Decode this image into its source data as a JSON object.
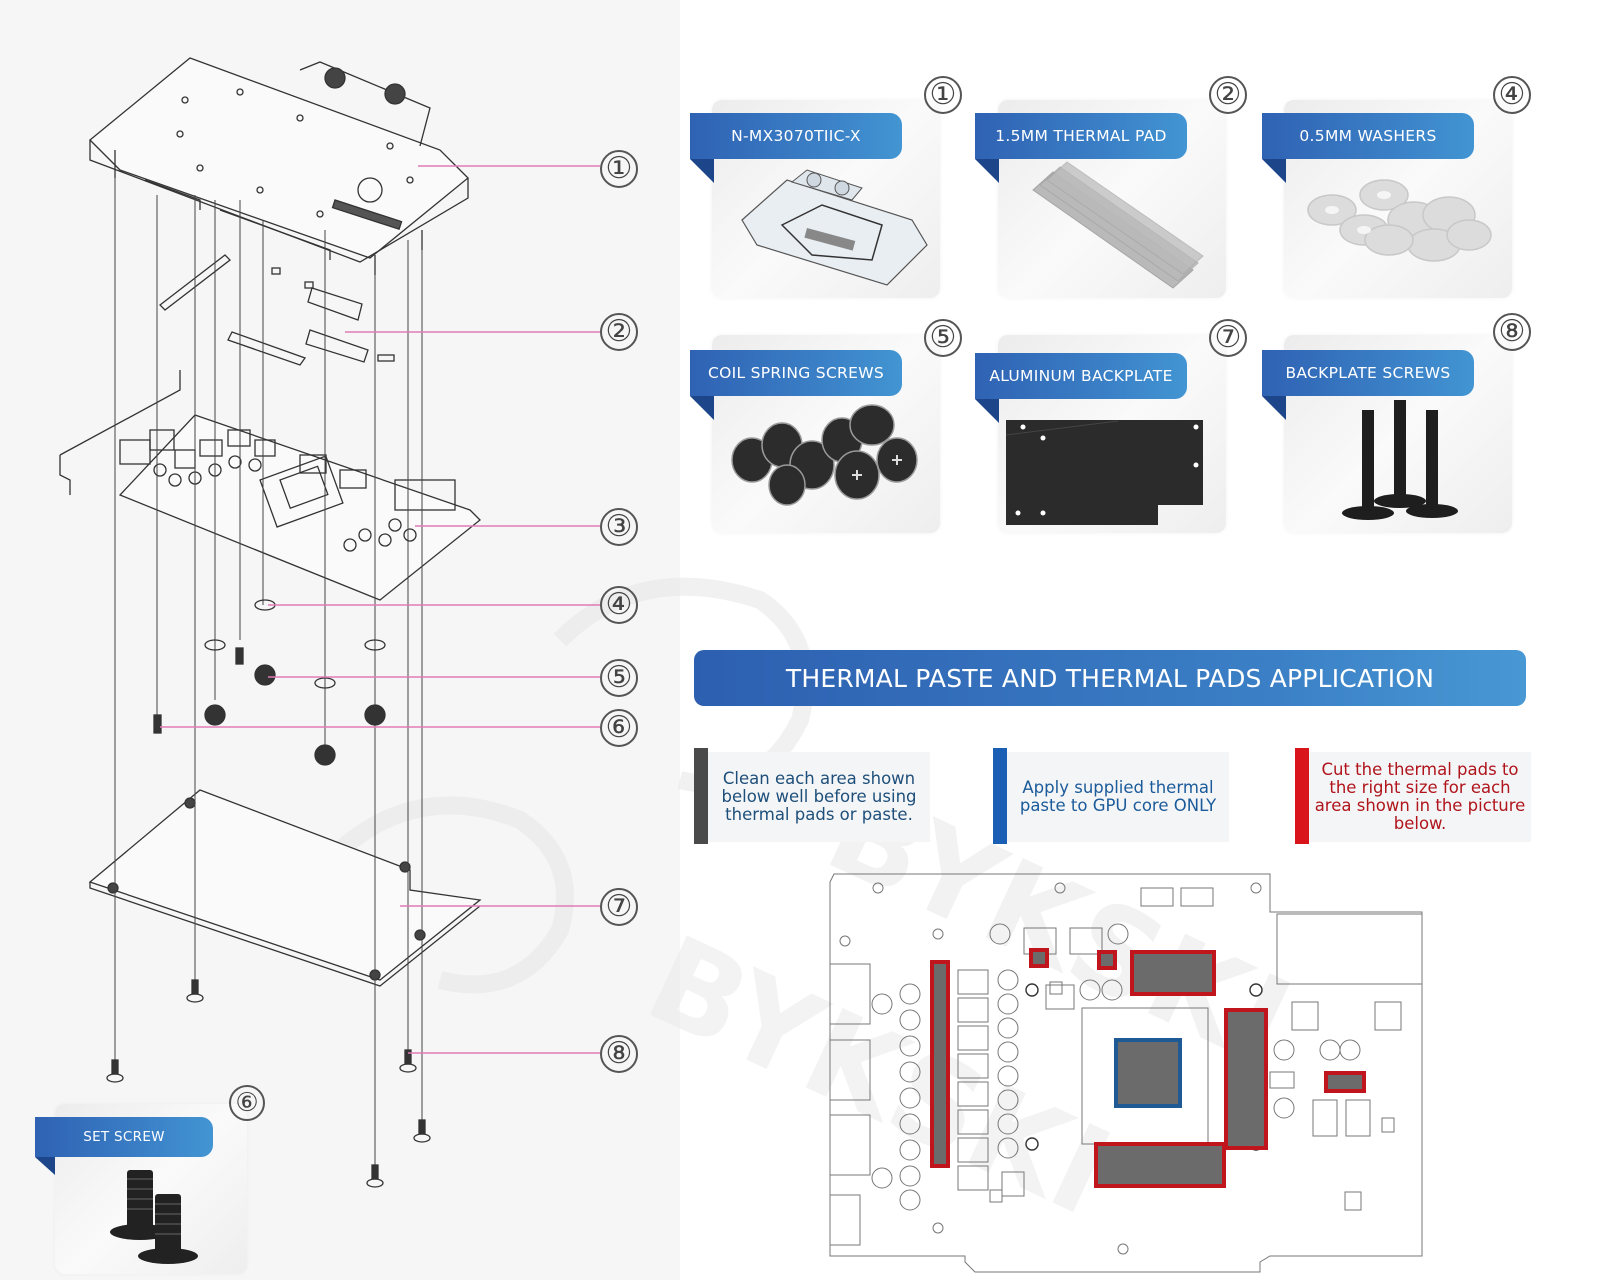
{
  "parts": [
    {
      "number": "①",
      "label": "N-MX3070TIIC-X",
      "image": "water-block"
    },
    {
      "number": "②",
      "label": "1.5MM THERMAL PAD",
      "image": "thermal-pad-strips"
    },
    {
      "number": "④",
      "label": "0.5MM WASHERS",
      "image": "washers"
    },
    {
      "number": "⑤",
      "label": "COIL SPRING SCREWS",
      "image": "coil-spring-screws"
    },
    {
      "number": "⑦",
      "label": "ALUMINUM BACKPLATE",
      "image": "black-backplate"
    },
    {
      "number": "⑧",
      "label": "BACKPLATE SCREWS",
      "image": "long-black-screws"
    }
  ],
  "set_screw": {
    "number": "⑥",
    "label": "SET SCREW",
    "image": "short-black-screws"
  },
  "exploded_view": {
    "callouts": [
      "①",
      "②",
      "③",
      "④",
      "⑤",
      "⑥",
      "⑦",
      "⑧"
    ],
    "components": [
      "water block",
      "thermal pads",
      "graphics card PCB",
      "washers",
      "coil spring screws",
      "set screws",
      "backplate",
      "backplate screws"
    ]
  },
  "thermal_section": {
    "title": "THERMAL PASTE AND THERMAL PADS APPLICATION",
    "notes": [
      {
        "text": "Clean each area shown below well before using thermal pads or paste.",
        "color": "#1e4f7a",
        "bar_color": "#4a4a4a"
      },
      {
        "text": "Apply supplied thermal paste to GPU core ONLY",
        "color": "#1b5b9a",
        "bar_color": "#1a5fb4"
      },
      {
        "text": "Cut the thermal pads to the right size for each area shown in the picture below.",
        "color": "#b0151c",
        "bar_color": "#d9141b"
      }
    ],
    "legend_colors": {
      "pad_outline": "#c0151c",
      "paste_outline": "#1f5a94",
      "fill": "#6b6b6b"
    }
  },
  "watermark": "BYKSKI",
  "colors": {
    "accent_blue": "#3a7fc6",
    "leader_pink": "#e07bb5",
    "panel_bg": "#f6f6f6"
  }
}
